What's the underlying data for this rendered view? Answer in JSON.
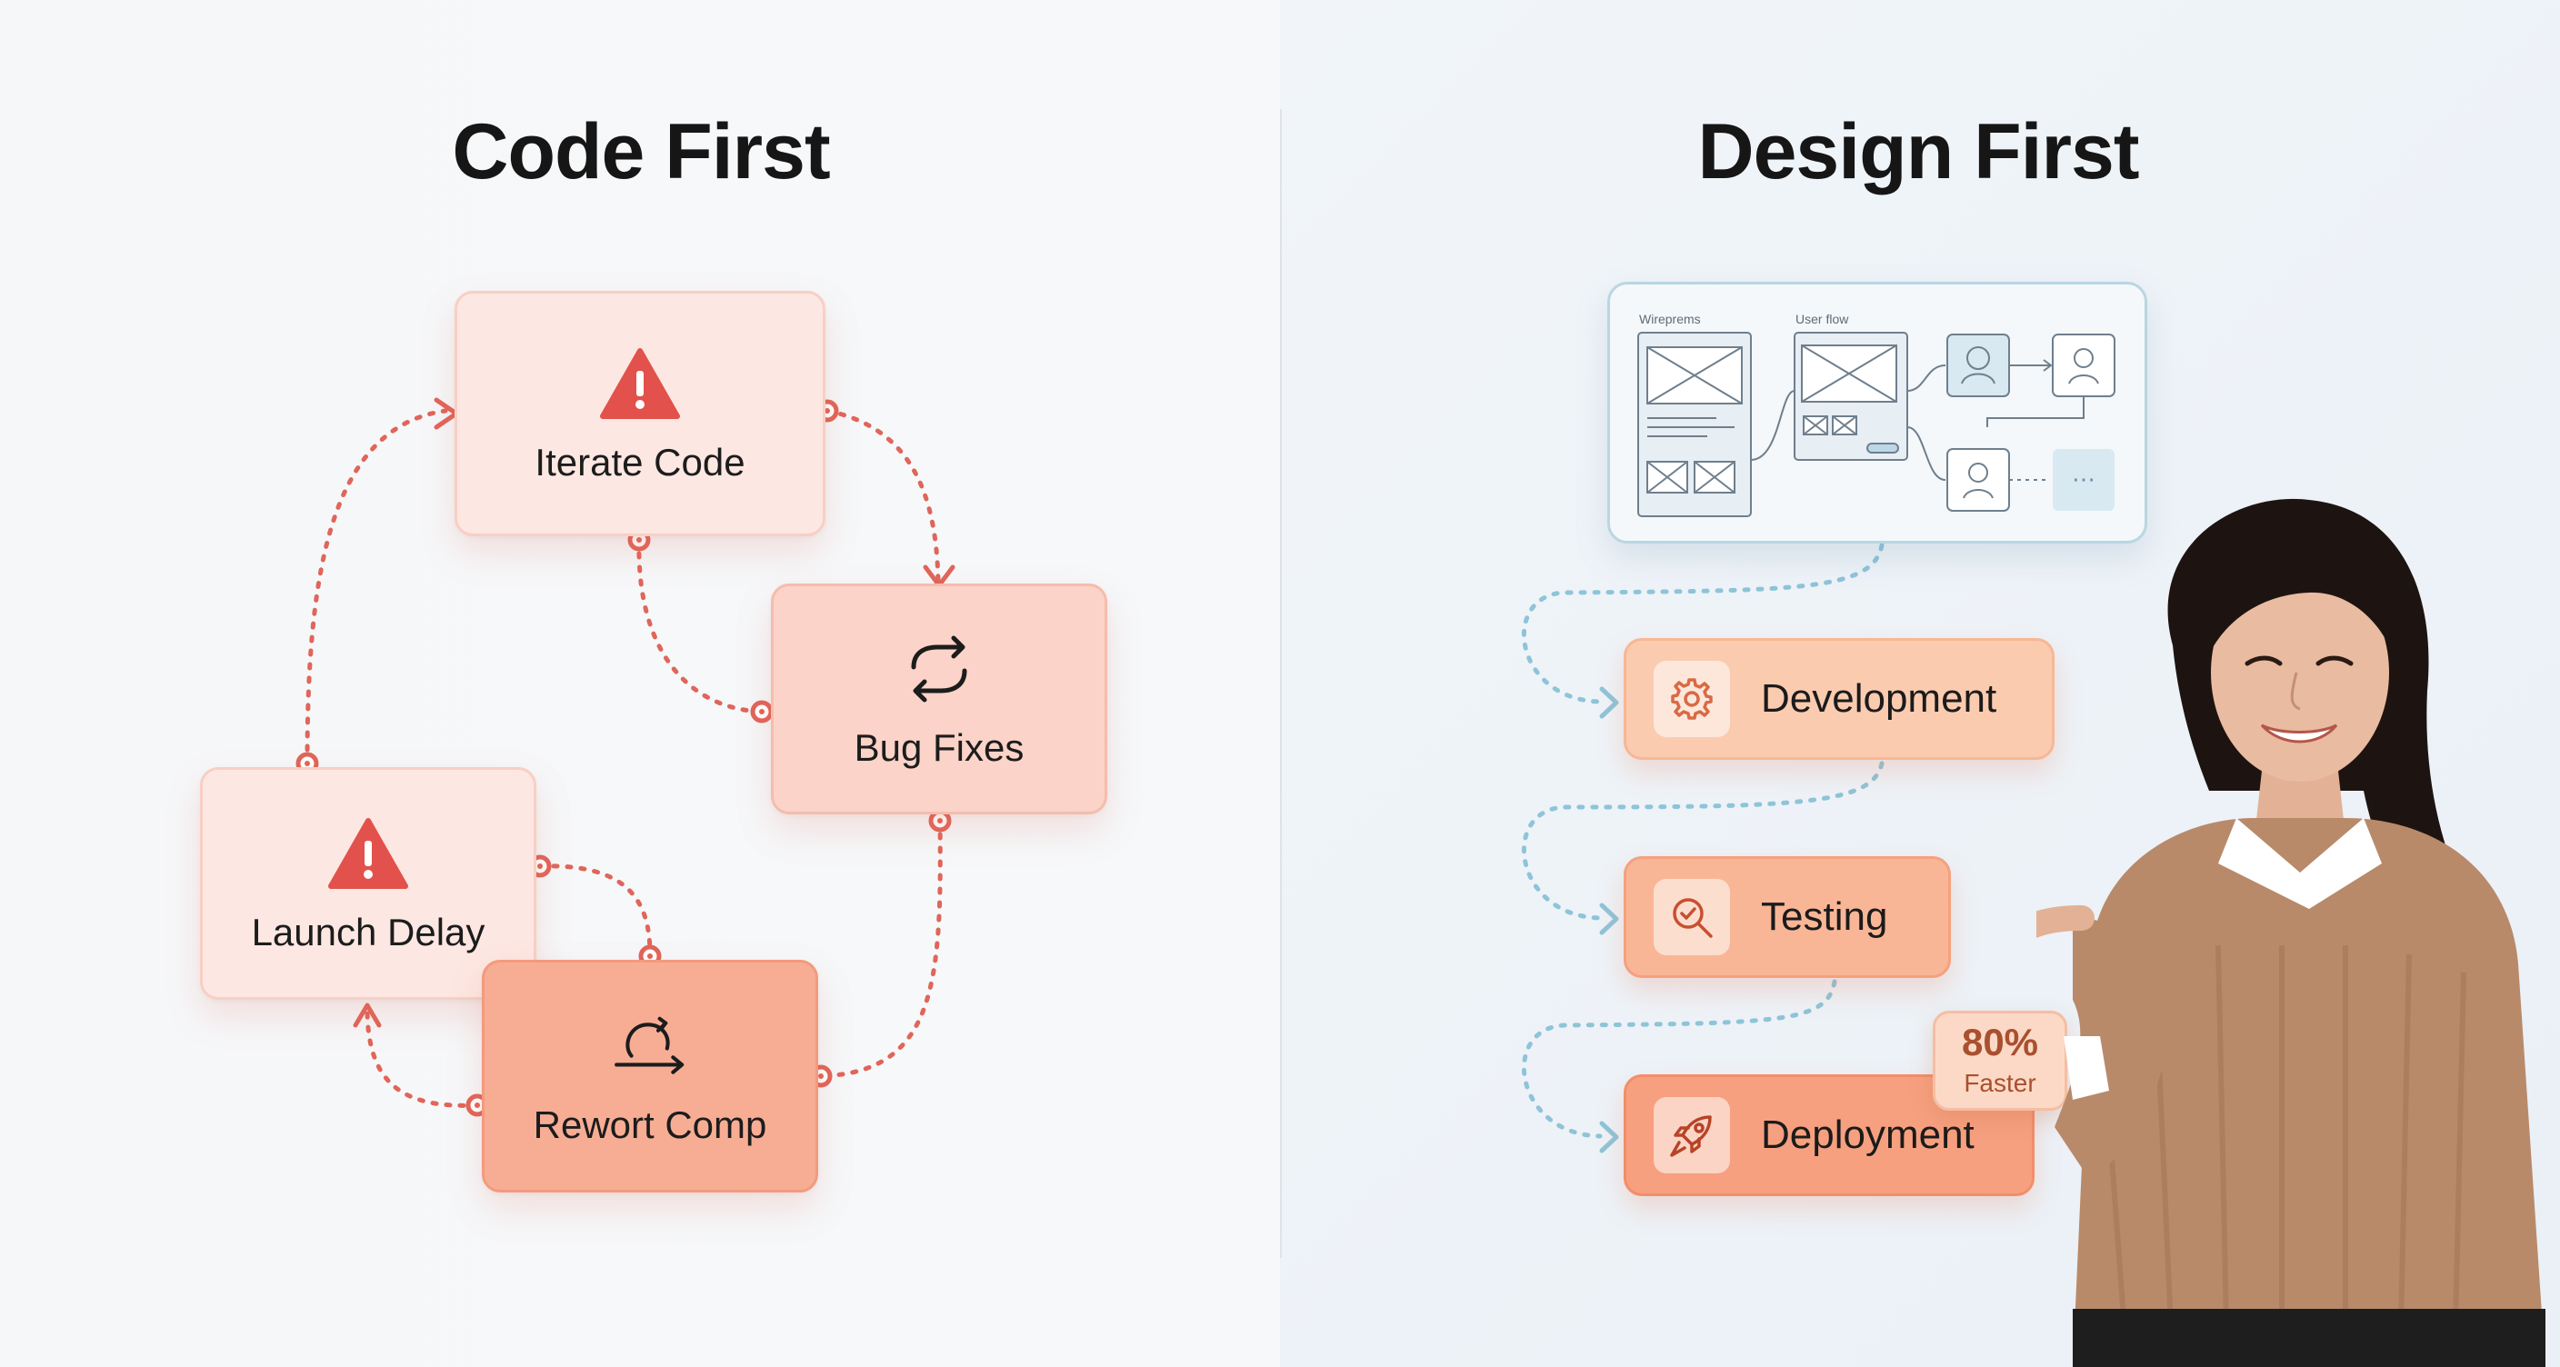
{
  "titles": {
    "left": "Code First",
    "right": "Design First"
  },
  "code_first": {
    "iterate": {
      "label": "Iterate Code",
      "icon": "warning-icon"
    },
    "bugfix": {
      "label": "Bug Fixes",
      "icon": "cycle-arrows-icon"
    },
    "launch": {
      "label": "Launch Delay",
      "icon": "warning-icon"
    },
    "rework": {
      "label": "Rewort Comp",
      "icon": "redo-arrow-icon"
    }
  },
  "design_first": {
    "wireframe": {
      "wireframes_label": "Wireprems",
      "userflow_label": "User flow",
      "more_icon": "⋯"
    },
    "stages": [
      {
        "label": "Development",
        "icon": "gear-icon"
      },
      {
        "label": "Testing",
        "icon": "magnifier-check-icon"
      },
      {
        "label": "Deployment",
        "icon": "rocket-icon"
      }
    ],
    "badge": {
      "value": "80%",
      "text": "Faster"
    }
  },
  "colors": {
    "warning_red": "#e2514b",
    "code_connector": "#e0655a",
    "design_connector": "#8ec4d8",
    "card_light": "#fde7e2",
    "card_strong": "#f7ad94"
  }
}
